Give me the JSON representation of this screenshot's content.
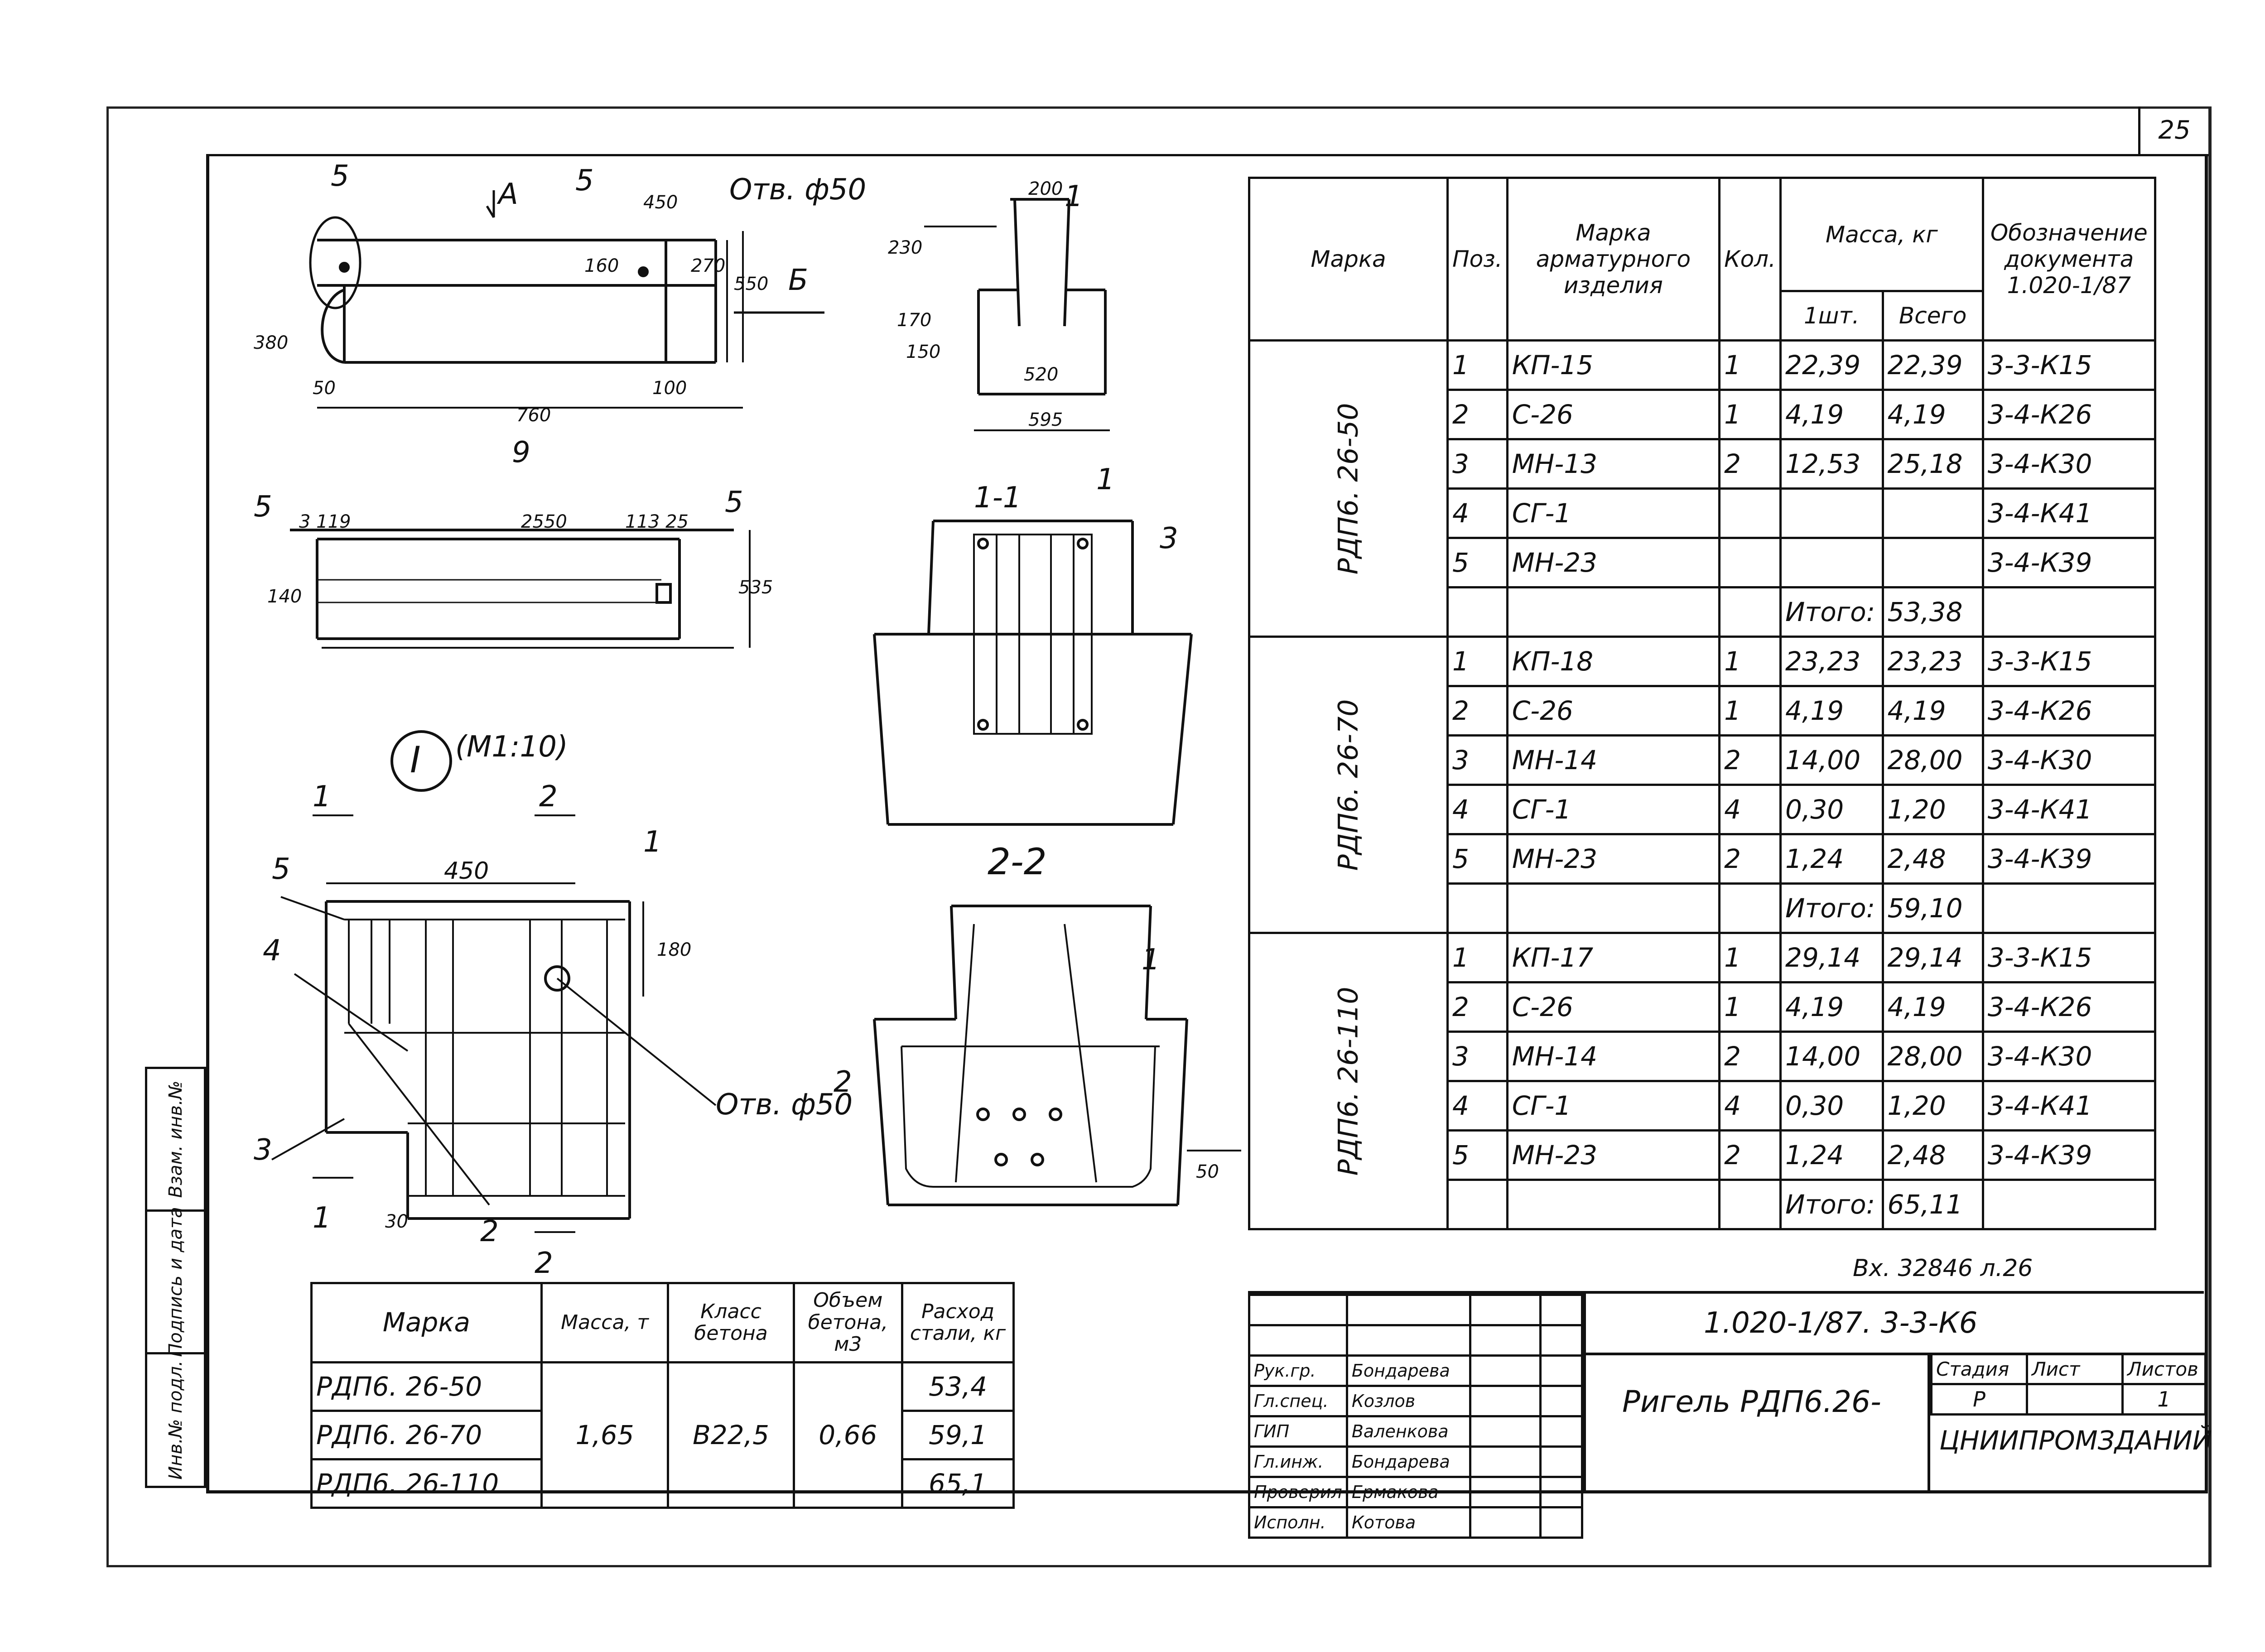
{
  "sheet": {
    "page_number": "25",
    "inventory_note": "Вх. 32846 л.26",
    "doc_code": "1.020-1/87. 3-3-К6"
  },
  "drawing": {
    "labels": {
      "top_a": "А",
      "top_b": "Б",
      "callout_5a": "5",
      "callout_5b": "5",
      "callout_5c": "5",
      "callout_5d": "5",
      "hole_top": "Отв. ф50",
      "hole_detail": "Отв. ф50",
      "detail_mark": "I",
      "detail_scale": "(М1:10)",
      "section_11": "1-1",
      "section_22": "2-2",
      "sec_label_1a": "1",
      "sec_label_1b": "1",
      "sec_label_2a": "2",
      "sec_label_2b": "2",
      "pos_1": "1",
      "pos_2": "2",
      "pos_3": "3",
      "pos_4": "4",
      "pos_5": "5",
      "sec11_pos1": "1",
      "sec11_pos3": "3",
      "sec22_pos1": "1",
      "sec22_pos2": "2",
      "sec22_dim": "50",
      "secB_pos1": "1",
      "view_mark": "9"
    },
    "dims": {
      "d450_top": "450",
      "d160": "160",
      "d270": "270",
      "d550": "550",
      "d100": "100",
      "d50_left": "50",
      "d380": "380",
      "d760": "760",
      "d2550": "2550",
      "d119": "3 119",
      "d113": "113 25",
      "d535": "535",
      "d140": "140",
      "d170": "170",
      "d150b": "150",
      "d230": "230",
      "d200": "200",
      "d520": "520",
      "d595": "595",
      "d450_det": "450",
      "d180_det": "180",
      "d30_det": "30"
    }
  },
  "spec_table": {
    "headers": {
      "marka": "Марка",
      "pos": "Поз.",
      "item_marka": "Марка арматурного изделия",
      "qty": "Кол.",
      "mass": "Масса, кг",
      "mass_unit": "1шт.",
      "mass_total": "Всего",
      "doc": "Обозначение документа 1.020-1/87"
    },
    "groups": [
      {
        "name": "РДП6. 26-50",
        "rows": [
          {
            "pos": "1",
            "item": "КП-15",
            "qty": "1",
            "unit": "22,39",
            "total": "22,39",
            "doc": "3-3-К15"
          },
          {
            "pos": "2",
            "item": "С-26",
            "qty": "1",
            "unit": "4,19",
            "total": "4,19",
            "doc": "3-4-К26"
          },
          {
            "pos": "3",
            "item": "МН-13",
            "qty": "2",
            "unit": "12,53",
            "total": "25,18",
            "doc": "3-4-К30"
          },
          {
            "pos": "4",
            "item": "СГ-1",
            "qty": "",
            "unit": "",
            "total": "",
            "doc": "3-4-К41"
          },
          {
            "pos": "5",
            "item": "МН-23",
            "qty": "",
            "unit": "",
            "total": "",
            "doc": "3-4-К39"
          }
        ],
        "total_label": "Итого:",
        "total_value": "53,38"
      },
      {
        "name": "РДП6. 26-70",
        "rows": [
          {
            "pos": "1",
            "item": "КП-18",
            "qty": "1",
            "unit": "23,23",
            "total": "23,23",
            "doc": "3-3-К15"
          },
          {
            "pos": "2",
            "item": "С-26",
            "qty": "1",
            "unit": "4,19",
            "total": "4,19",
            "doc": "3-4-К26"
          },
          {
            "pos": "3",
            "item": "МН-14",
            "qty": "2",
            "unit": "14,00",
            "total": "28,00",
            "doc": "3-4-К30"
          },
          {
            "pos": "4",
            "item": "СГ-1",
            "qty": "4",
            "unit": "0,30",
            "total": "1,20",
            "doc": "3-4-К41"
          },
          {
            "pos": "5",
            "item": "МН-23",
            "qty": "2",
            "unit": "1,24",
            "total": "2,48",
            "doc": "3-4-К39"
          }
        ],
        "total_label": "Итого:",
        "total_value": "59,10"
      },
      {
        "name": "РДП6. 26-110",
        "rows": [
          {
            "pos": "1",
            "item": "КП-17",
            "qty": "1",
            "unit": "29,14",
            "total": "29,14",
            "doc": "3-3-К15"
          },
          {
            "pos": "2",
            "item": "С-26",
            "qty": "1",
            "unit": "4,19",
            "total": "4,19",
            "doc": "3-4-К26"
          },
          {
            "pos": "3",
            "item": "МН-14",
            "qty": "2",
            "unit": "14,00",
            "total": "28,00",
            "doc": "3-4-К30"
          },
          {
            "pos": "4",
            "item": "СГ-1",
            "qty": "4",
            "unit": "0,30",
            "total": "1,20",
            "doc": "3-4-К41"
          },
          {
            "pos": "5",
            "item": "МН-23",
            "qty": "2",
            "unit": "1,24",
            "total": "2,48",
            "doc": "3-4-К39"
          }
        ],
        "total_label": "Итого:",
        "total_value": "65,11"
      }
    ]
  },
  "summary_table": {
    "headers": {
      "marka": "Марка",
      "mass": "Масса, т",
      "concrete_class": "Класс бетона",
      "volume": "Объем бетона, м3",
      "steel": "Расход стали, кг"
    },
    "rows": [
      {
        "marka": "РДП6. 26-50",
        "steel": "53,4"
      },
      {
        "marka": "РДП6. 26-70",
        "steel": "59,1"
      },
      {
        "marka": "РДП6. 26-110",
        "steel": "65,1"
      }
    ],
    "mass": "1,65",
    "concrete_class": "В22,5",
    "volume": "0,66"
  },
  "title_block": {
    "people": [
      {
        "role": "Рук.гр.",
        "name": "Бондарева"
      },
      {
        "role": "Гл.спец.",
        "name": "Козлов"
      },
      {
        "role": "ГИП",
        "name": "Валенкова"
      },
      {
        "role": "Гл.инж.",
        "name": "Бондарева"
      },
      {
        "role": "Проверил",
        "name": "Ермакова"
      },
      {
        "role": "Исполн.",
        "name": "Котова"
      }
    ],
    "product_title": "Ригель РДП6.26-",
    "stage_header": "Стадия",
    "sheet_header": "Лист",
    "sheets_header": "Листов",
    "stage": "Р",
    "sheets": "1",
    "organization": "ЦНИИПРОМЗДАНИЙ"
  },
  "side_stamp": {
    "inv_orig": "Инв.№ подл.",
    "sign_date": "Подпись и дата",
    "replace_inv": "Взам. инв.№"
  }
}
